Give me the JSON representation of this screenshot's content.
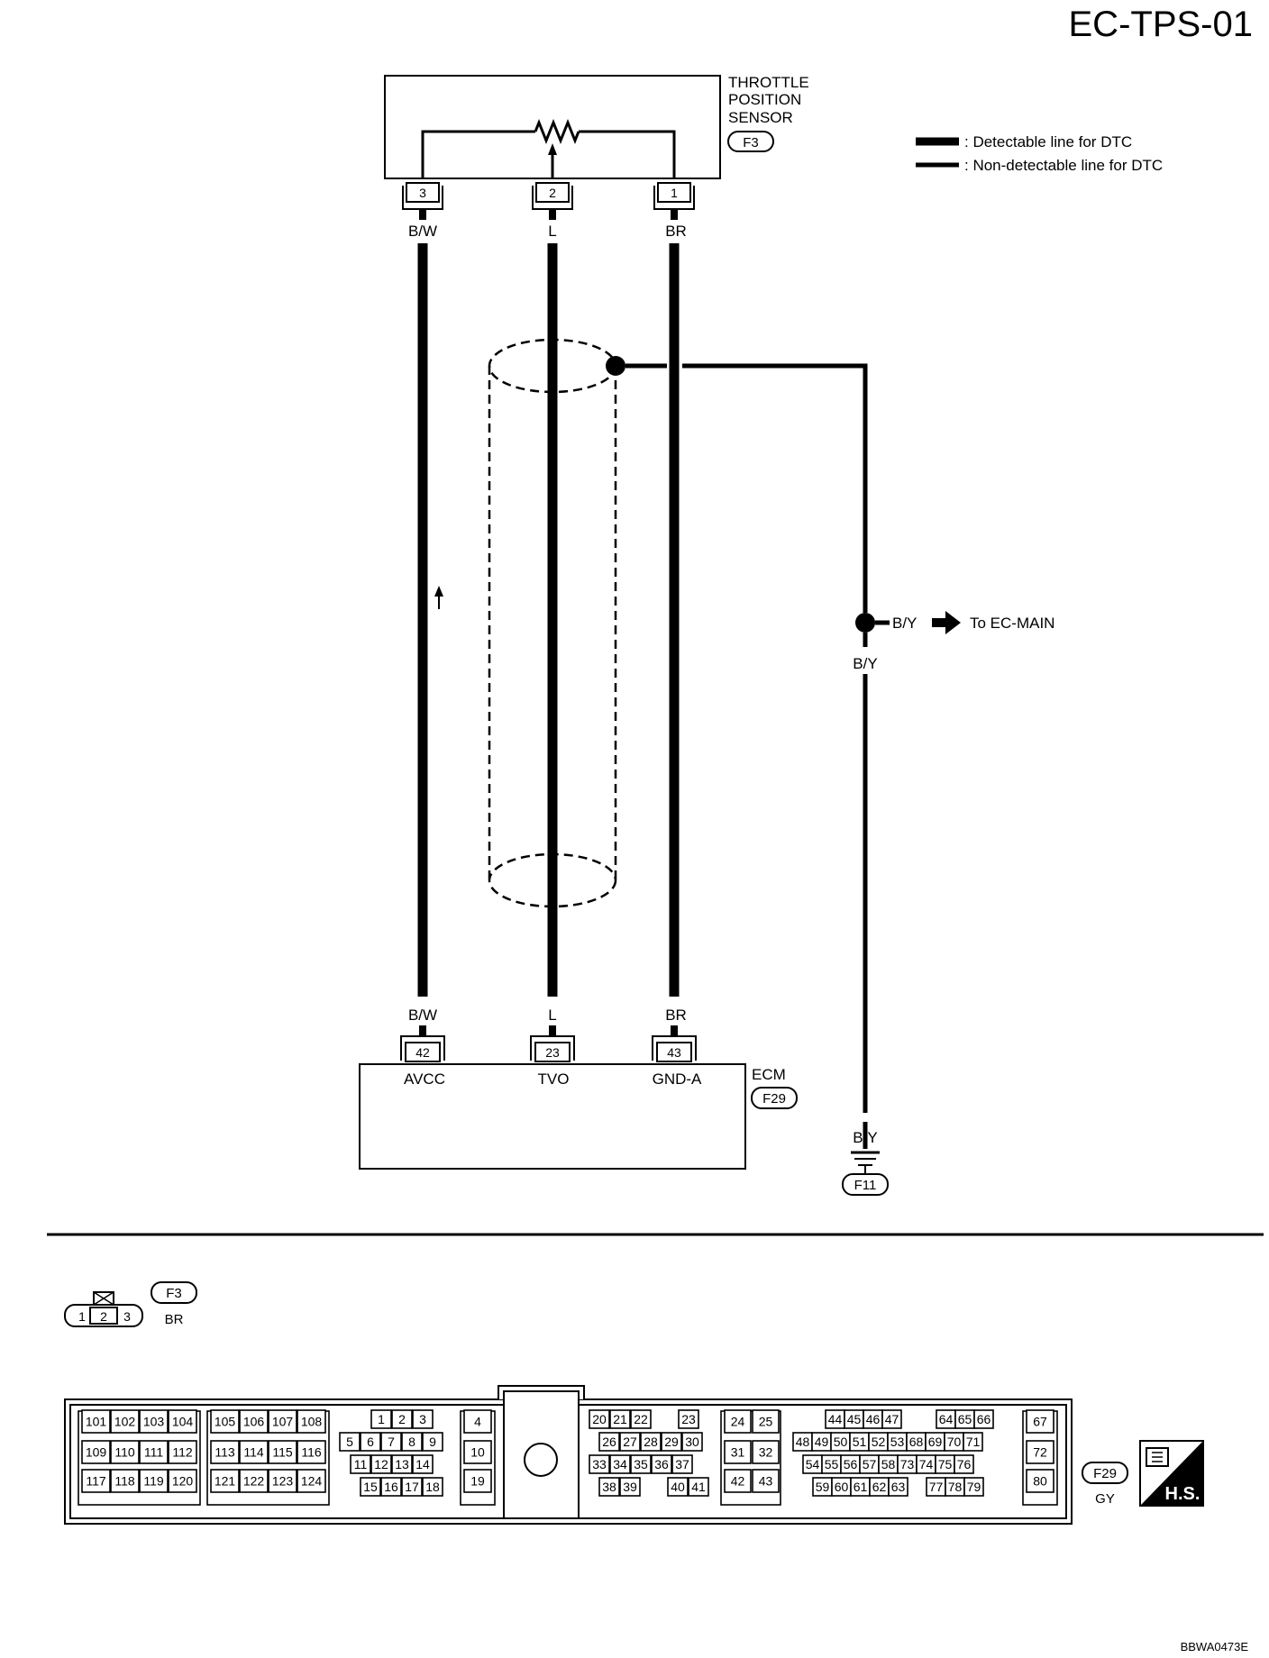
{
  "page_title": "EC-TPS-01",
  "legend": {
    "detectable": ": Detectable line for DTC",
    "non_detectable": ": Non-detectable line for DTC"
  },
  "sensor": {
    "line1": "THROTTLE",
    "line2": "POSITION",
    "line3": "SENSOR",
    "connector": "F3",
    "pins": [
      "3",
      "2",
      "1"
    ]
  },
  "wires": {
    "w1_top": "B/W",
    "w2_top": "L",
    "w3_top": "BR",
    "w1_bottom": "B/W",
    "w2_bottom": "L",
    "w3_bottom": "BR",
    "shield_top": "B/Y",
    "shield_bottom": "B/Y",
    "ground_wire": "B/Y"
  },
  "to_main": "To EC-MAIN",
  "ecm": {
    "name": "ECM",
    "connector": "F29",
    "pins": [
      "42",
      "23",
      "43"
    ],
    "terms": [
      "AVCC",
      "TVO",
      "GND-A"
    ]
  },
  "ground": {
    "connector": "F11"
  },
  "f3_face": {
    "pins": [
      "1",
      "2",
      "3"
    ],
    "connector": "F3",
    "color": "BR"
  },
  "f29_face": {
    "connector": "F29",
    "color": "GY",
    "hs": "H.S.",
    "block_a": [
      [
        "101",
        "102",
        "103",
        "104"
      ],
      [
        "109",
        "110",
        "111",
        "112"
      ],
      [
        "117",
        "118",
        "119",
        "120"
      ]
    ],
    "block_b": [
      [
        "105",
        "106",
        "107",
        "108"
      ],
      [
        "113",
        "114",
        "115",
        "116"
      ],
      [
        "121",
        "122",
        "123",
        "124"
      ]
    ],
    "block_c": [
      [
        "1",
        "2",
        "3"
      ],
      [
        "5",
        "6",
        "7",
        "8",
        "9"
      ],
      [
        "11",
        "12",
        "13",
        "14"
      ],
      [
        "15",
        "16",
        "17",
        "18"
      ]
    ],
    "block_d": [
      "4",
      "10",
      "19"
    ],
    "block_e": [
      [
        "20",
        "21",
        "22",
        "23"
      ],
      [
        "26",
        "27",
        "28",
        "29",
        "30"
      ],
      [
        "33",
        "34",
        "35",
        "36",
        "37"
      ],
      [
        "38",
        "39",
        "40",
        "41"
      ]
    ],
    "block_f": [
      [
        "24",
        "25"
      ],
      [
        "31",
        "32"
      ],
      [
        "42",
        "43"
      ]
    ],
    "block_g": [
      [
        "44",
        "45",
        "46",
        "47",
        "64",
        "65",
        "66"
      ],
      [
        "48",
        "49",
        "50",
        "51",
        "52",
        "53",
        "68",
        "69",
        "70",
        "71"
      ],
      [
        "54",
        "55",
        "56",
        "57",
        "58",
        "73",
        "74",
        "75",
        "76"
      ],
      [
        "59",
        "60",
        "61",
        "62",
        "63",
        "77",
        "78",
        "79"
      ]
    ],
    "block_h": [
      "67",
      "72",
      "80"
    ]
  },
  "ref_code": "BBWA0473E"
}
